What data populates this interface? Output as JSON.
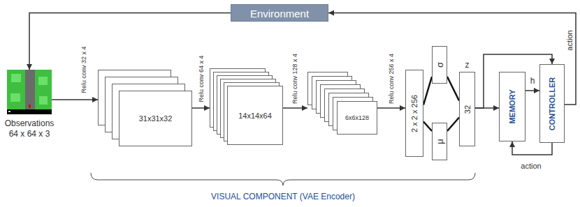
{
  "diagram": {
    "nodes": [
      {
        "text": [
          "Environment"
        ]
      },
      {
        "text": [
          "Observations",
          "64 x 64 x 3"
        ]
      },
      {
        "text": [
          "31x31x32"
        ]
      },
      {
        "text": [
          "14x14x64"
        ]
      },
      {
        "text": [
          "6x6x128"
        ]
      },
      {
        "text": [
          "2 x 2 x 256"
        ]
      },
      {
        "text": [
          "σ"
        ]
      },
      {
        "text": [
          "μ"
        ]
      },
      {
        "text": [
          "z",
          "32"
        ]
      },
      {
        "text": [
          "MEMORY"
        ]
      },
      {
        "text": [
          "CONTROLLER"
        ]
      }
    ],
    "edges": [
      {
        "from": 0,
        "to": 1,
        "arrow": "to"
      },
      {
        "from": 1,
        "to": 2,
        "arrow": "to",
        "label": "Relu conv 32 x 4"
      },
      {
        "from": 2,
        "to": 3,
        "arrow": "to",
        "label": "Relu conv 64 x 4"
      },
      {
        "from": 3,
        "to": 4,
        "arrow": "to",
        "label": "Relu conv 128 x 4"
      },
      {
        "from": 4,
        "to": 5,
        "arrow": "to",
        "label": "Relu conv 256 x 4"
      },
      {
        "from": 5,
        "to": 6,
        "arrow": "none"
      },
      {
        "from": 5,
        "to": 7,
        "arrow": "none"
      },
      {
        "from": 6,
        "to": 8,
        "arrow": "none"
      },
      {
        "from": 7,
        "to": 8,
        "arrow": "none"
      },
      {
        "from": 8,
        "to": 9,
        "arrow": "to"
      },
      {
        "from": 8,
        "to": 10,
        "arrow": "to"
      },
      {
        "from": 9,
        "to": 10,
        "arrow": "to",
        "label": "h"
      },
      {
        "from": 10,
        "to": 0,
        "arrow": "to",
        "label": "action"
      },
      {
        "from": 10,
        "to": 9,
        "arrow": "to",
        "label": "action"
      }
    ],
    "labels": [
      "VISUAL COMPONENT (VAE Encoder)"
    ]
  }
}
